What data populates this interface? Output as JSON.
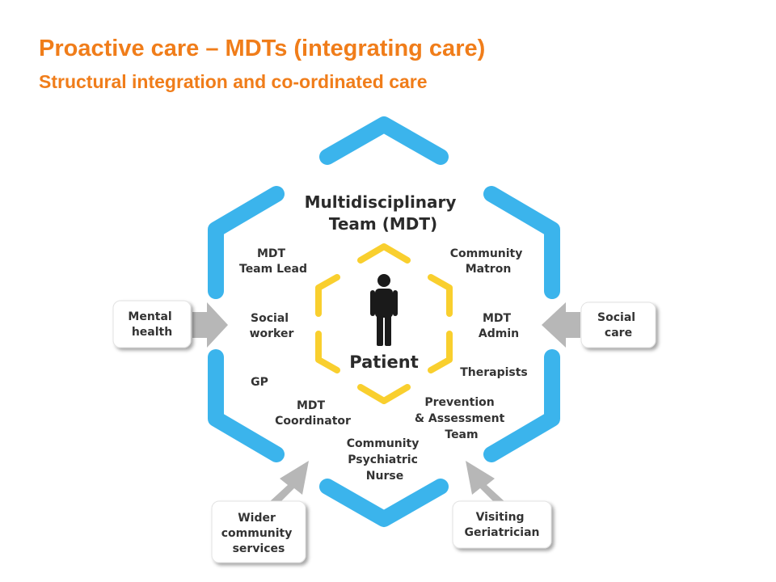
{
  "header": {
    "title": "Proactive care – MDTs (integrating care)",
    "subtitle": "Structural integration and co-ordinated care"
  },
  "colors": {
    "title": "#f07d1a",
    "outer_hexagon": "#3bb4ec",
    "inner_hexagon": "#f9cf2e",
    "arrow": "#b7b7b7",
    "text": "#333333"
  },
  "icons": [
    "person-icon"
  ],
  "diagram": {
    "mdt_title": [
      "Multidisciplinary",
      "Team (MDT)"
    ],
    "patient_label": "Patient",
    "roles": {
      "mdt_team_lead": [
        "MDT",
        "Team Lead"
      ],
      "community_matron": [
        "Community",
        "Matron"
      ],
      "social_worker": [
        "Social",
        "worker"
      ],
      "mdt_admin": [
        "MDT",
        "Admin"
      ],
      "gp": [
        "GP"
      ],
      "therapists": [
        "Therapists"
      ],
      "mdt_coordinator": [
        "MDT",
        "Coordinator"
      ],
      "prevention_assessment_team": [
        "Prevention",
        "& Assessment",
        "Team"
      ],
      "community_psychiatric_nurse": [
        "Community",
        "Psychiatric",
        "Nurse"
      ]
    },
    "external_inputs": {
      "mental_health": [
        "Mental",
        "health"
      ],
      "social_care": [
        "Social",
        "care"
      ],
      "wider_community_services": [
        "Wider",
        "community",
        "services"
      ],
      "visiting_geriatrician": [
        "Visiting",
        "Geriatrician"
      ]
    }
  }
}
